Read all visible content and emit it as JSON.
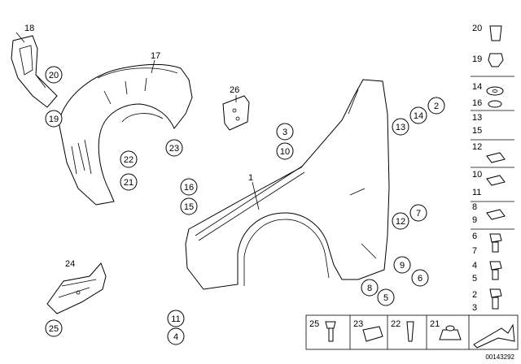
{
  "diagram": {
    "reference_number": "00143292",
    "callouts": [
      {
        "id": "c-20a",
        "label": "20"
      },
      {
        "id": "c-19a",
        "label": "19"
      },
      {
        "id": "c-22",
        "label": "22"
      },
      {
        "id": "c-21a",
        "label": "21"
      },
      {
        "id": "c-23a",
        "label": "23"
      },
      {
        "id": "c-3",
        "label": "3"
      },
      {
        "id": "c-10a",
        "label": "10"
      },
      {
        "id": "c-14a",
        "label": "14"
      },
      {
        "id": "c-2a",
        "label": "2"
      },
      {
        "id": "c-13a",
        "label": "13"
      },
      {
        "id": "c-16a",
        "label": "16"
      },
      {
        "id": "c-15a",
        "label": "15"
      },
      {
        "id": "c-7a",
        "label": "7"
      },
      {
        "id": "c-12a",
        "label": "12"
      },
      {
        "id": "c-9a",
        "label": "9"
      },
      {
        "id": "c-6a",
        "label": "6"
      },
      {
        "id": "c-8a",
        "label": "8"
      },
      {
        "id": "c-5a",
        "label": "5"
      },
      {
        "id": "c-11a",
        "label": "11"
      },
      {
        "id": "c-4a",
        "label": "4"
      },
      {
        "id": "c-25a",
        "label": "25"
      }
    ],
    "plain_labels": [
      {
        "id": "l-18",
        "label": "18"
      },
      {
        "id": "l-17",
        "label": "17"
      },
      {
        "id": "l-26",
        "label": "26"
      },
      {
        "id": "l-1",
        "label": "1"
      },
      {
        "id": "l-24",
        "label": "24"
      }
    ],
    "legend_column": [
      {
        "id": "r-20",
        "label": "20"
      },
      {
        "id": "r-19",
        "label": "19"
      },
      {
        "id": "r-14",
        "label": "14"
      },
      {
        "id": "r-16",
        "label": "16"
      },
      {
        "id": "r-13",
        "label": "13"
      },
      {
        "id": "r-15",
        "label": "15"
      },
      {
        "id": "r-12",
        "label": "12"
      },
      {
        "id": "r-10",
        "label": "10"
      },
      {
        "id": "r-11",
        "label": "11"
      },
      {
        "id": "r-8",
        "label": "8"
      },
      {
        "id": "r-9",
        "label": "9"
      },
      {
        "id": "r-6",
        "label": "6"
      },
      {
        "id": "r-7",
        "label": "7"
      },
      {
        "id": "r-4",
        "label": "4"
      },
      {
        "id": "r-5",
        "label": "5"
      },
      {
        "id": "r-2",
        "label": "2"
      },
      {
        "id": "r-3",
        "label": "3"
      }
    ],
    "legend_row": [
      {
        "id": "b-25",
        "label": "25"
      },
      {
        "id": "b-23",
        "label": "23"
      },
      {
        "id": "b-22",
        "label": "22"
      },
      {
        "id": "b-21",
        "label": "21"
      }
    ],
    "colors": {
      "line": "#000000",
      "fill": "#ffffff"
    }
  }
}
